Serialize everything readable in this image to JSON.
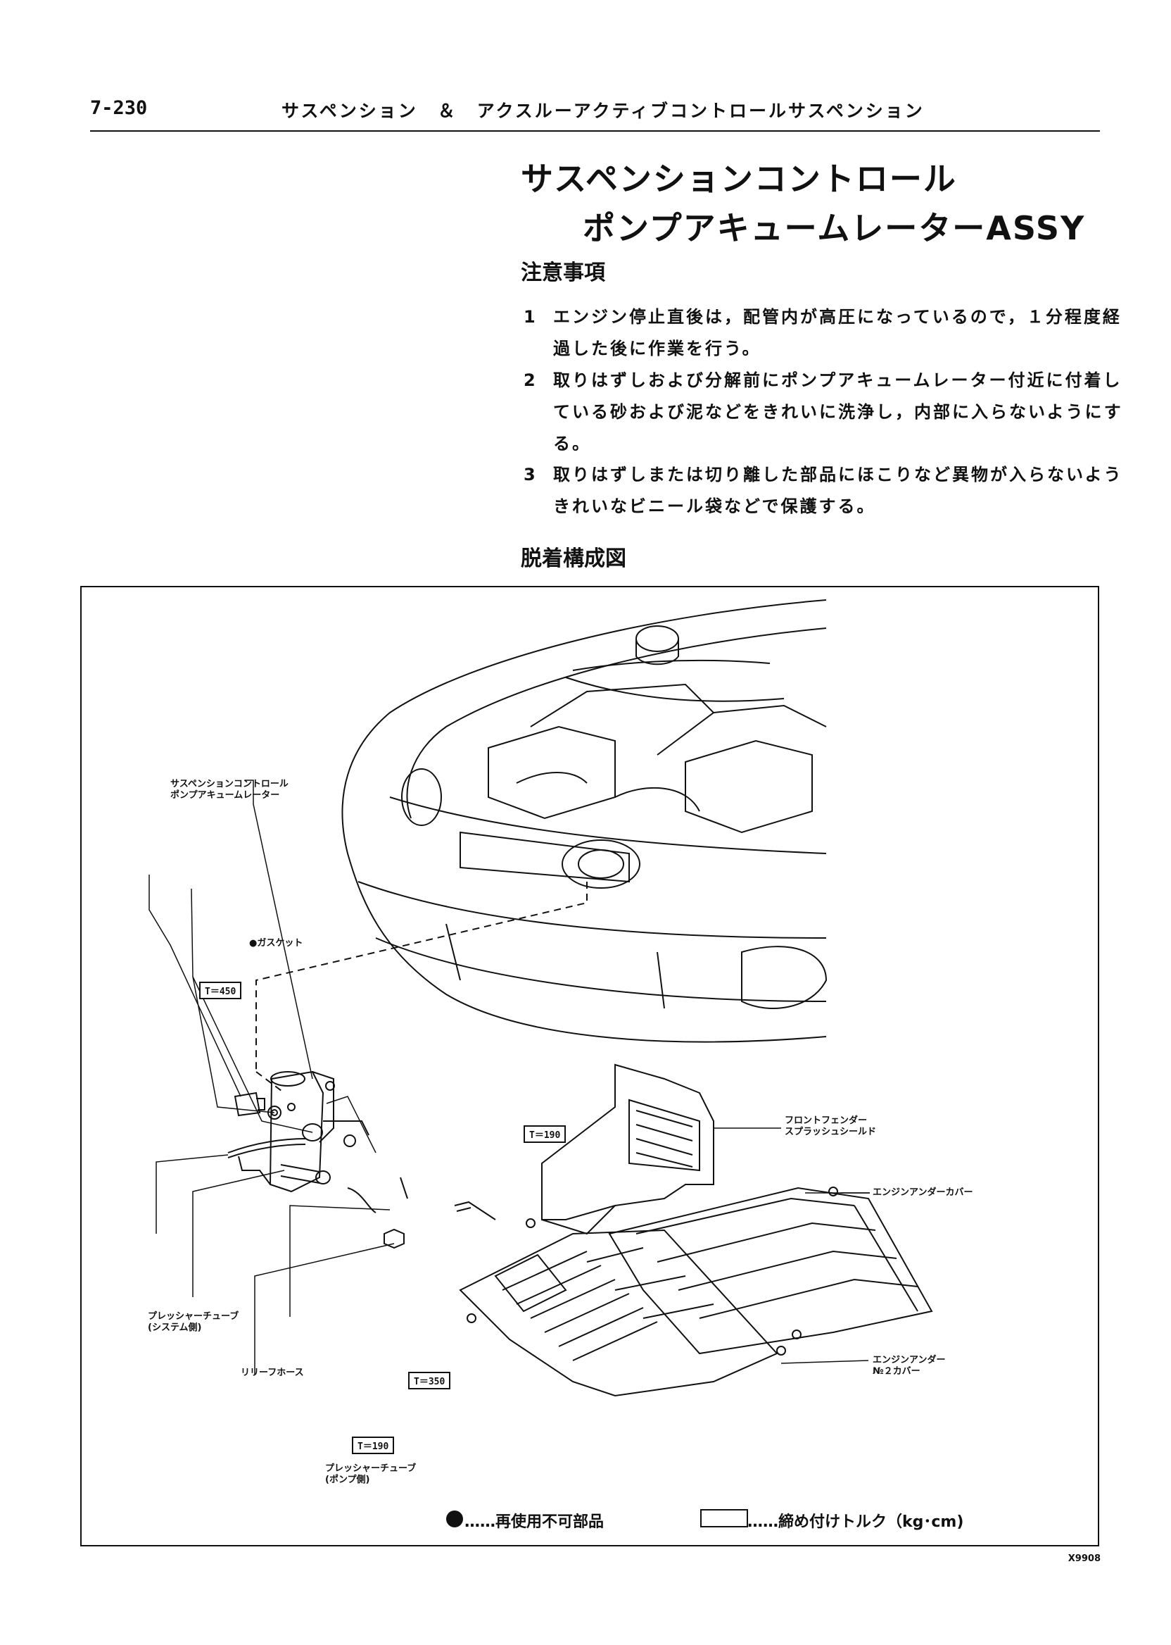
{
  "header": {
    "page_number": "7-230",
    "chapter_title": "サスペンション　＆　アクスルーアクティブコントロールサスペンション"
  },
  "title": {
    "line1": "サスペンションコントロール",
    "line2": "ポンプアキュームレーターASSY"
  },
  "caution": {
    "heading": "注意事項",
    "items": [
      {
        "num": "1",
        "text": "エンジン停止直後は，配管内が高圧になっているので，１分程度経過した後に作業を行う。"
      },
      {
        "num": "2",
        "text": "取りはずしおよび分解前にポンプアキュームレーター付近に付着している砂および泥などをきれいに洗浄し，内部に入らないようにする。"
      },
      {
        "num": "3",
        "text": "取りはずしまたは切り離した部品にほこりなど異物が入らないようきれいなビニール袋などで保護する。"
      }
    ]
  },
  "diagram": {
    "heading": "脱着構成図",
    "labels": {
      "accumulator_l1": "サスペンションコントロール",
      "accumulator_l2": "ポンプアキュームレーター",
      "gasket": "●ガスケット",
      "splash_l1": "フロントフェンダー",
      "splash_l2": "スプラッシュシールド",
      "under_cover": "エンジンアンダーカバー",
      "pressure_sys_l1": "プレッシャーチューブ",
      "pressure_sys_l2": "(システム側)",
      "relief_hose": "リリーフホース",
      "under_no2_l1": "エンジンアンダー",
      "under_no2_l2": "№２カバー",
      "pressure_pump_l1": "プレッシャーチューブ",
      "pressure_pump_l2": "(ポンプ側)"
    },
    "torques": {
      "t450": "T＝450",
      "t190_upper": "T＝190",
      "t350": "T＝350",
      "t190_lower": "T＝190"
    },
    "legend": {
      "non_reusable": "……再使用不可部品",
      "torque": "……締め付けトルク（kg･cm)"
    },
    "ref_code": "X9908"
  }
}
